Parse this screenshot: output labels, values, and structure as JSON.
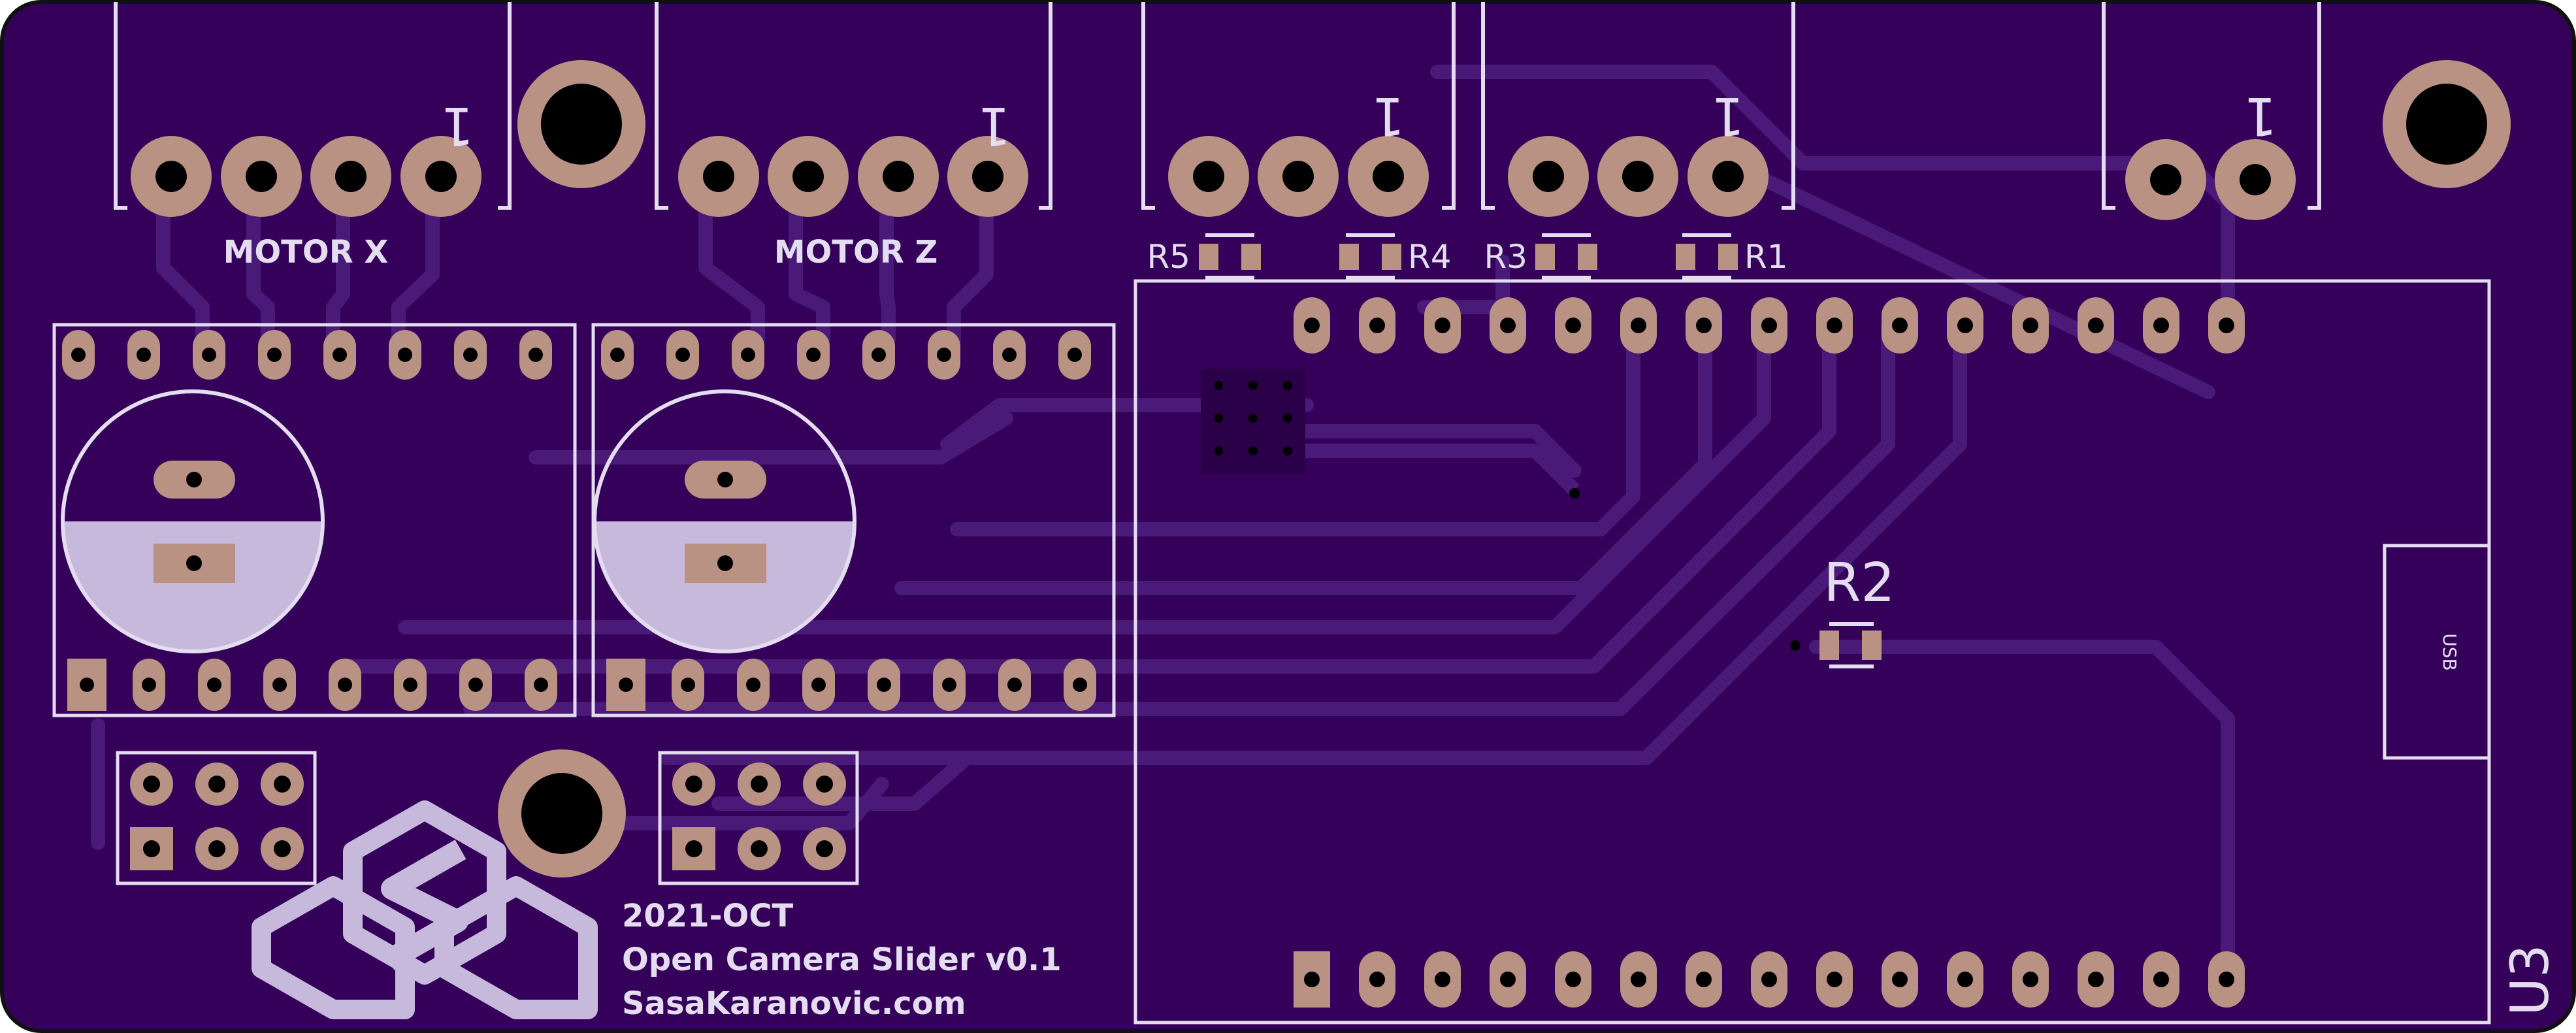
{
  "board": {
    "colors": {
      "edge": "#111111",
      "soldermask": "#35005a",
      "trace": "#4a1a78",
      "silkscreen": "#e4dcef",
      "pad": "#b99283",
      "drill": "#000000"
    }
  },
  "labels": {
    "motor_x": "MOTOR X",
    "motor_z": "MOTOR Z",
    "r1": "R1",
    "r2": "R2",
    "r3": "R3",
    "r4": "R4",
    "r5": "R5",
    "u3": "U3",
    "usb": "USB",
    "pin1_marker": "1"
  },
  "info": {
    "date": "2021-OCT",
    "project": "Open Camera Slider v0.1",
    "website": "SasaKaranovic.com"
  },
  "logo": {
    "name": "hexagon-logo-icon"
  }
}
